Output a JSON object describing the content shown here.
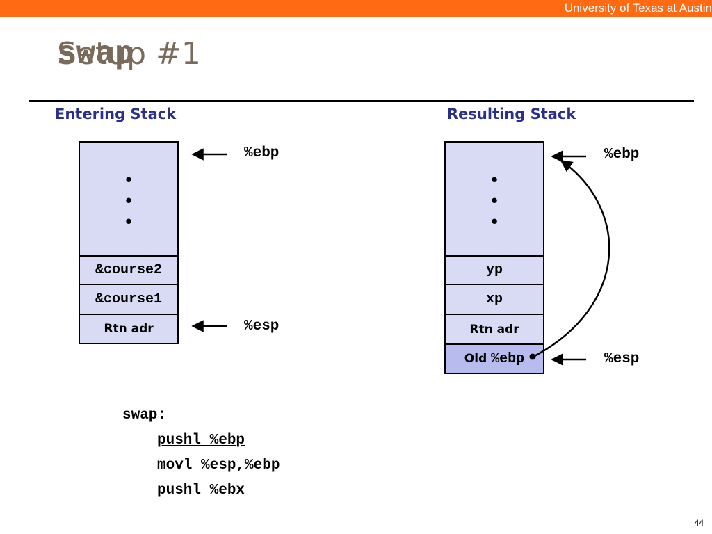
{
  "header": {
    "institution": "University of Texas at Austin"
  },
  "title": {
    "code": "swap",
    "text": "Setup #1"
  },
  "entering": {
    "label": "Entering Stack",
    "dots": [
      "•",
      "•",
      "•"
    ],
    "cells": [
      "&course2",
      "&course1",
      "Rtn adr"
    ],
    "ebp": "%ebp",
    "esp": "%esp"
  },
  "resulting": {
    "label": "Resulting Stack",
    "dots": [
      "•",
      "•",
      "•"
    ],
    "cells": [
      "yp",
      "xp",
      "Rtn adr"
    ],
    "old_prefix": "Old ",
    "old_reg": "%ebp",
    "ebp": "%ebp",
    "esp": "%esp"
  },
  "code": {
    "label": "swap:",
    "lines": [
      "pushl %ebp",
      "movl %esp,%ebp",
      "pushl %ebx"
    ]
  },
  "page_number": "44",
  "colors": {
    "header_bar": "#ff6a13",
    "subhead": "#2a2f8c",
    "cell_fill": "#d9dbf5",
    "highlight_fill": "#b8bbee",
    "title": "#7a6a5c"
  }
}
